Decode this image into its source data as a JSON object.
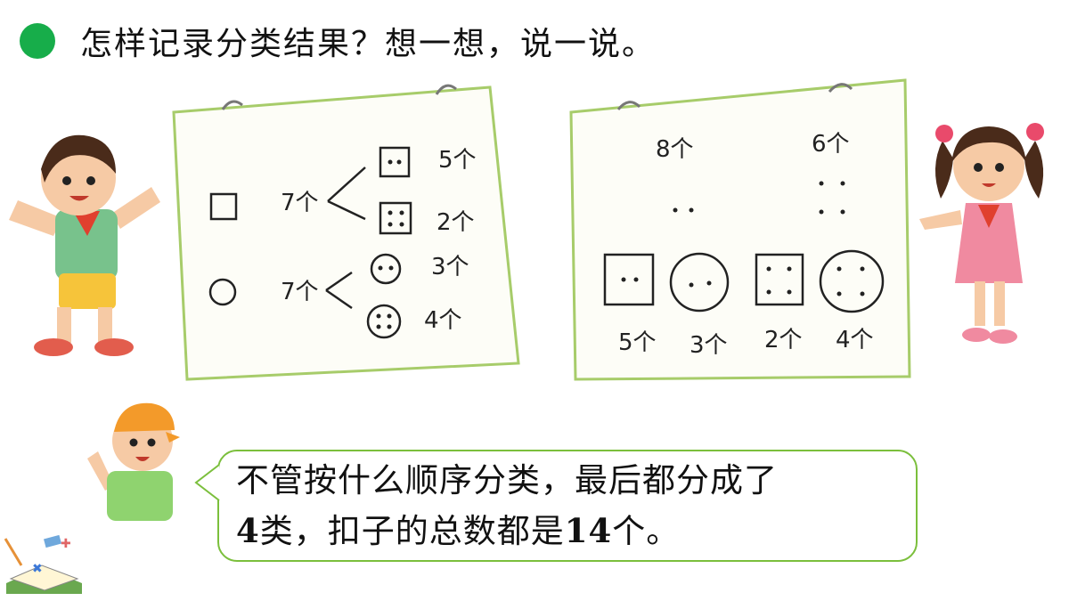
{
  "title": "怎样记录分类结果？想一想，说一说。",
  "left_card": {
    "square_total": "7个",
    "square_two_holes": "5个",
    "square_four_holes": "2个",
    "circle_total": "7个",
    "circle_two_holes": "3个",
    "circle_four_holes": "4个"
  },
  "right_card": {
    "two_holes_total": "8个",
    "four_holes_total": "6个",
    "square_two": "5个",
    "circle_two": "3个",
    "square_four": "2个",
    "circle_four": "4个"
  },
  "speech": {
    "line1": "不管按什么顺序分类，最后都分成了",
    "line2_num1": "4",
    "line2_a": "类，扣子的总数都是",
    "line2_num2": "14",
    "line2_b": "个。"
  },
  "colors": {
    "accent_green": "#17ad4a",
    "card_border": "#a7cc6a",
    "bubble_border": "#7bbf3c"
  }
}
